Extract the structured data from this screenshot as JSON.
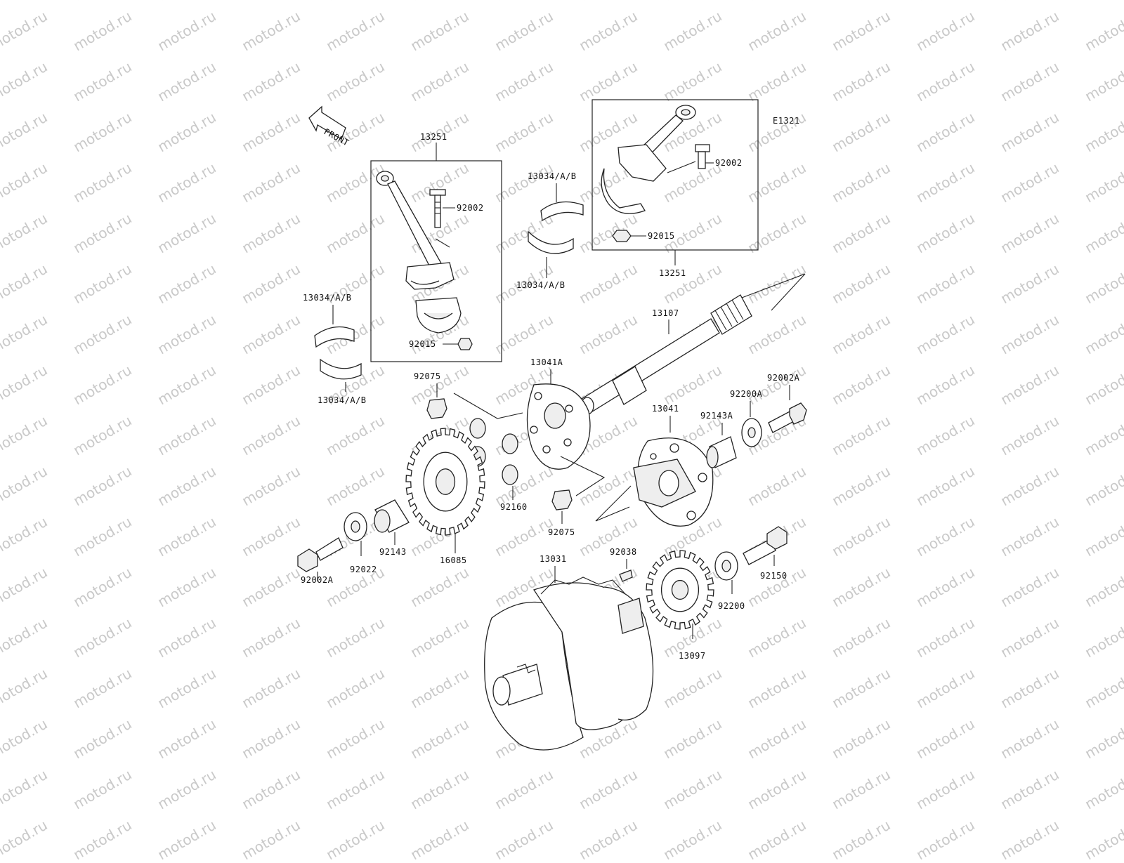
{
  "watermark": "motod.ru",
  "diagram_code": "E1321",
  "front_label": "FRONT",
  "labels": {
    "conrod_left": "13251",
    "conrod_right": "13251",
    "bolt_left": "92002",
    "bolt_right": "92002",
    "nut_left": "92015",
    "nut_right": "92015",
    "bearing_mid_top": "13034/A/B",
    "bearing_mid_bottom": "13034/A/B",
    "bearing_left_top": "13034/A/B",
    "bearing_left_bottom": "13034/A/B",
    "shaft": "13107",
    "hub_left": "13041A",
    "hub_right": "13041",
    "pinion_top": "92075",
    "pinion_bottom": "92075",
    "bolt_a_right": "92002A",
    "washer_a": "92200A",
    "collar_a": "92143A",
    "damper": "92160",
    "gear_large": "16085",
    "collar": "92143",
    "washer": "92022",
    "bolt_a_left": "92002A",
    "crankshaft": "13031",
    "key": "92038",
    "gear_small": "13097",
    "washer_b": "92200",
    "bolt_b": "92150"
  }
}
